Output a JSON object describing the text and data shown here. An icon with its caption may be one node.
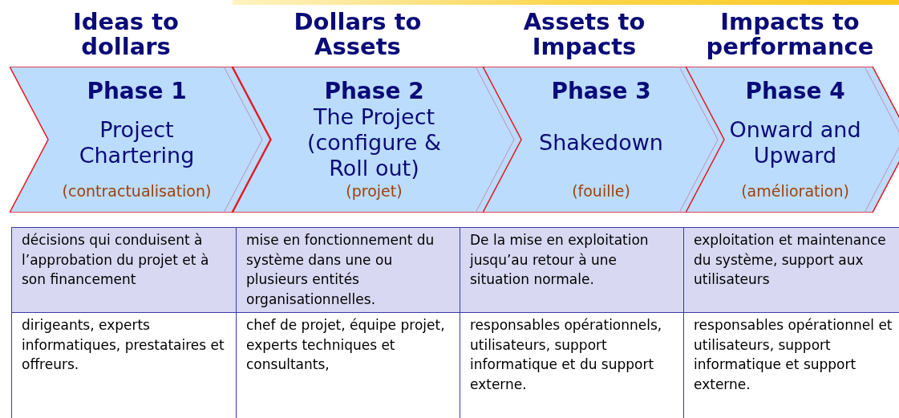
{
  "diagram": {
    "nodes": [
      {
        "text": [
          "Ideas to dollars",
          "Phase 1",
          "Project Chartering",
          "(contractualisation)"
        ]
      },
      {
        "text": [
          "Dollars to Assets",
          "Phase 2",
          "The Project (configure & Roll out)",
          "(projet)"
        ]
      },
      {
        "text": [
          "Assets to Impacts",
          "Phase 3",
          "Shakedown",
          "(fouille)"
        ]
      },
      {
        "text": [
          "Impacts to performance",
          "Phase 4",
          "Onward and Upward",
          "(amélioration)"
        ]
      }
    ],
    "labels": [
      "décisions qui conduisent à l’approbation du projet et à son financement",
      "mise en fonctionnement du système dans une ou plusieurs entités organisationnelles.",
      "De la mise en exploitation jusqu’au retour à une situation normale.",
      "exploitation et maintenance du système, support aux utilisateurs",
      "dirigeants, experts informatiques, prestataires et offreurs.",
      "chef de projet, équipe projet, experts techniques et consultants,",
      "responsables opérationnels, utilisateurs, support informatique et du support externe.",
      "responsables opérationnel et utilisateurs, support informatique et support externe."
    ]
  }
}
